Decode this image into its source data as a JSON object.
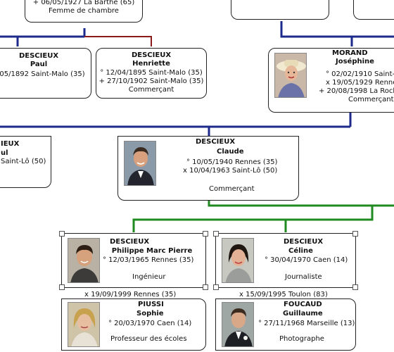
{
  "top_partial": {
    "line1": "+ 06/05/1927 La Barthe (65)",
    "line2": "Femme de chambre"
  },
  "paul": {
    "surname": "DESCIEUX",
    "given": "Paul",
    "birth": "05/1892 Saint-Malo (35)"
  },
  "henriette": {
    "surname": "DESCIEUX",
    "given": "Henriette",
    "birth": "° 12/04/1895 Saint-Malo (35)",
    "death": "+ 27/10/1902 Saint-Malo (35)",
    "occupation": "Commerçant"
  },
  "josephine": {
    "surname": "MORAND",
    "given": "Joséphine",
    "birth": "° 02/02/1910 Saint-L",
    "marriage": "x 19/05/1929 Renne",
    "death": "+ 20/08/1998 La Roch",
    "occupation": "Commerçante"
  },
  "left_partial": {
    "surname": "IEUX",
    "given": "ul",
    "place": "Saint-Lô (50)"
  },
  "claude": {
    "surname": "DESCIEUX",
    "given": "Claude",
    "birth": "° 10/05/1940 Rennes (35)",
    "marriage": "x 10/04/1963 Saint-Lô (50)",
    "occupation": "Commerçant"
  },
  "philippe": {
    "surname": "DESCIEUX",
    "given": "Philippe Marc Pierre",
    "birth": "° 12/03/1965 Rennes (35)",
    "occupation": "Ingénieur"
  },
  "celine": {
    "surname": "DESCIEUX",
    "given": "Céline",
    "birth": "° 30/04/1970 Caen (14)",
    "occupation": "Journaliste"
  },
  "marriages": {
    "philippe_sophie": "x 19/09/1999 Rennes (35)",
    "celine_guillaume": "x 15/09/1995 Toulon (83)"
  },
  "sophie": {
    "surname": "PIUSSI",
    "given": "Sophie",
    "birth": "° 20/03/1970 Caen (14)",
    "occupation": "Professeur des écoles"
  },
  "guillaume": {
    "surname": "FOUCAUD",
    "given": "Guillaume",
    "birth": "° 27/11/1968 Marseille (13)",
    "occupation": "Photographe"
  },
  "colors": {
    "line_blue": "#1c2a8c",
    "line_red": "#8b1a1a",
    "line_green": "#1f8a1f",
    "card_border": "#222222"
  }
}
